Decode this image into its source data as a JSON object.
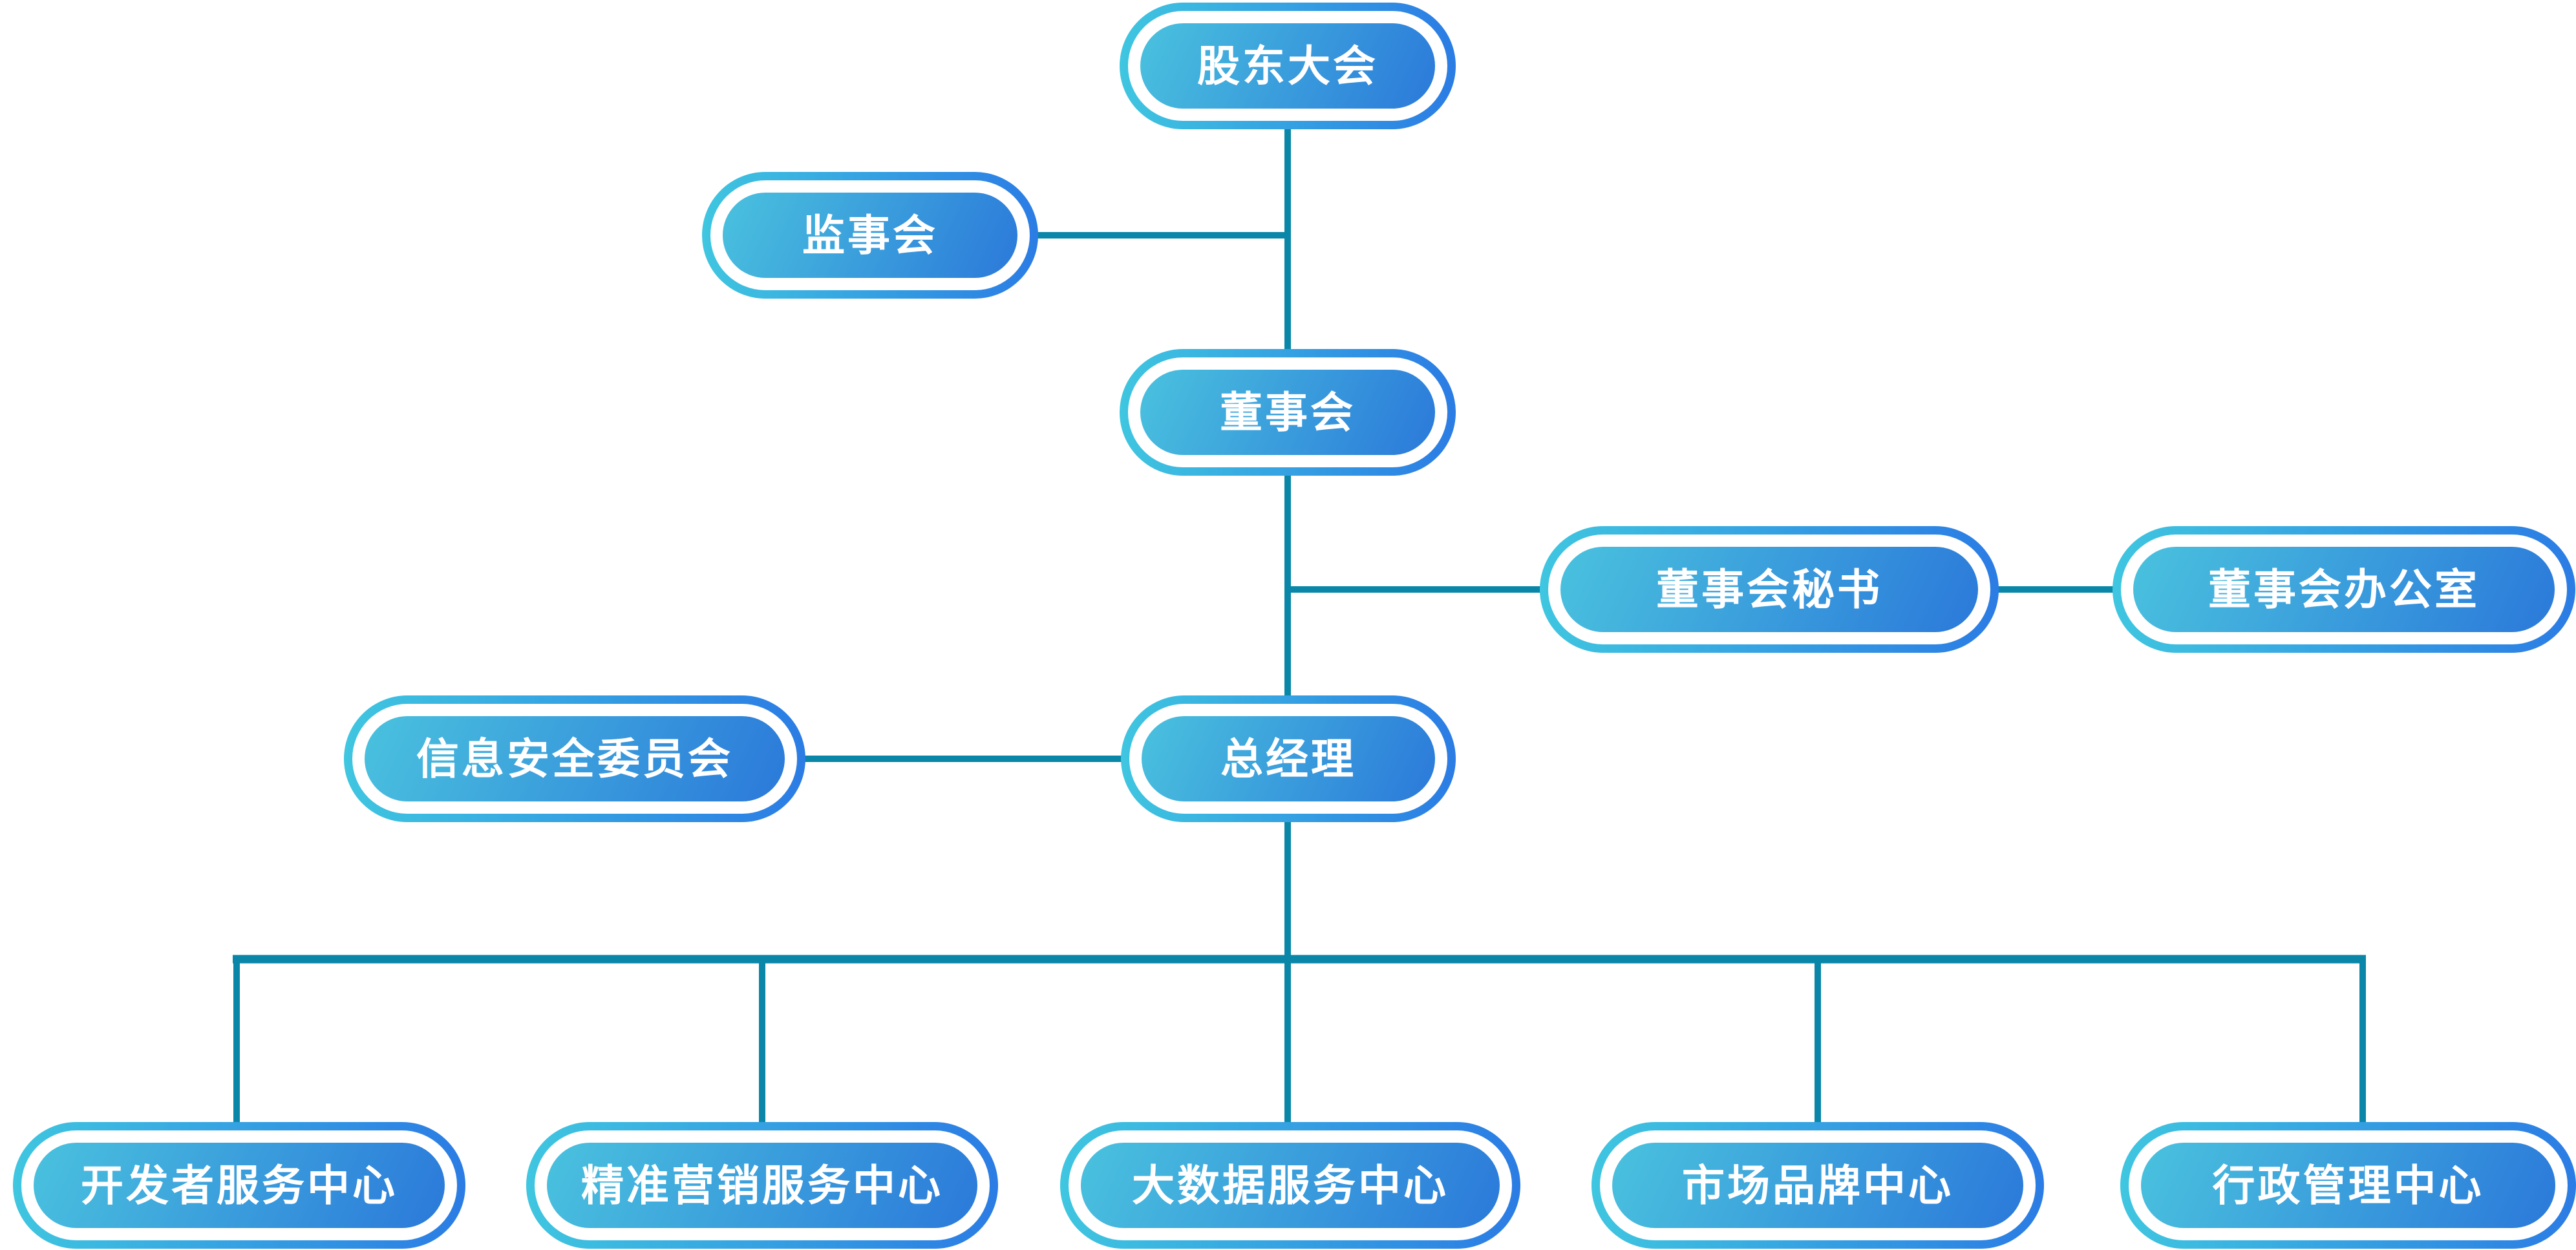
{
  "diagram": {
    "type": "org-chart",
    "background": "#ffffff",
    "colors": {
      "connector": "#0a87a8",
      "ring_gradient_start": "#3fc6e0",
      "ring_gradient_end": "#2b7ce4",
      "fill_gradient_start": "#4ac2de",
      "fill_gradient_end": "#2b79da",
      "node_gap": "#ffffff",
      "label_text": "#ffffff"
    },
    "nodes": [
      {
        "id": "shareholders-meeting",
        "label": "股东大会"
      },
      {
        "id": "supervisory-board",
        "label": "监事会"
      },
      {
        "id": "board-of-directors",
        "label": "董事会"
      },
      {
        "id": "board-secretary",
        "label": "董事会秘书"
      },
      {
        "id": "board-office",
        "label": "董事会办公室"
      },
      {
        "id": "info-security-committee",
        "label": "信息安全委员会"
      },
      {
        "id": "general-manager",
        "label": "总经理"
      },
      {
        "id": "developer-service-center",
        "label": "开发者服务中心"
      },
      {
        "id": "precision-marketing-center",
        "label": "精准营销服务中心"
      },
      {
        "id": "big-data-service-center",
        "label": "大数据服务中心"
      },
      {
        "id": "market-brand-center",
        "label": "市场品牌中心"
      },
      {
        "id": "admin-management-center",
        "label": "行政管理中心"
      }
    ],
    "edges": [
      {
        "from": "shareholders-meeting",
        "to": "board-of-directors"
      },
      {
        "from": "supervisory-board",
        "to": "shareholders-meeting"
      },
      {
        "from": "board-of-directors",
        "to": "general-manager"
      },
      {
        "from": "board-secretary",
        "to": "board-of-directors"
      },
      {
        "from": "board-secretary",
        "to": "board-office"
      },
      {
        "from": "info-security-committee",
        "to": "general-manager"
      },
      {
        "from": "general-manager",
        "to": "developer-service-center"
      },
      {
        "from": "general-manager",
        "to": "precision-marketing-center"
      },
      {
        "from": "general-manager",
        "to": "big-data-service-center"
      },
      {
        "from": "general-manager",
        "to": "market-brand-center"
      },
      {
        "from": "general-manager",
        "to": "admin-management-center"
      }
    ]
  }
}
